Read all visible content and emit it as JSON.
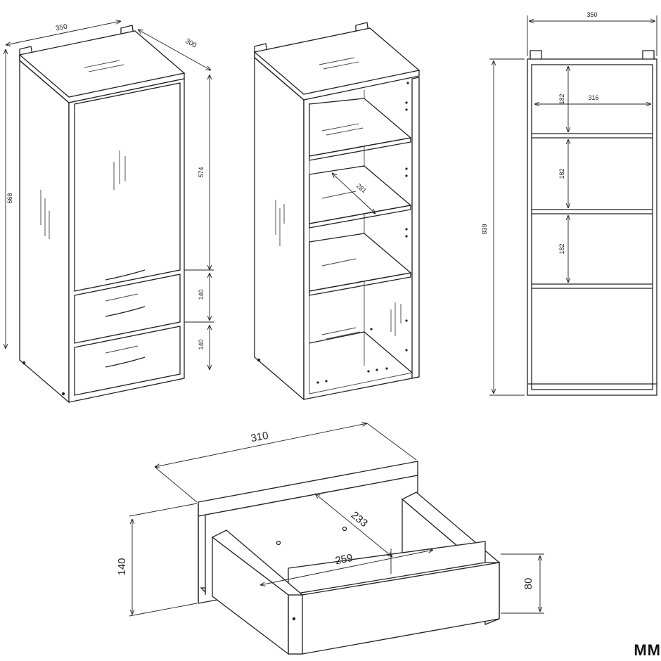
{
  "unit_label": "MM",
  "wardrobe": {
    "width": "350",
    "depth": "300",
    "height": "668",
    "door_height": "574",
    "drawer1_height": "140",
    "drawer2_height": "140"
  },
  "shelf_unit": {
    "shelf_depth": "281"
  },
  "front_view": {
    "width": "350",
    "inner_width": "316",
    "height": "839",
    "compartment1": "182",
    "compartment2": "182",
    "compartment3": "182"
  },
  "drawer": {
    "front_width": "310",
    "depth": "233",
    "inner_width": "259",
    "front_height": "140",
    "box_height": "80"
  },
  "colors": {
    "line": "#222222",
    "background": "#ffffff"
  }
}
